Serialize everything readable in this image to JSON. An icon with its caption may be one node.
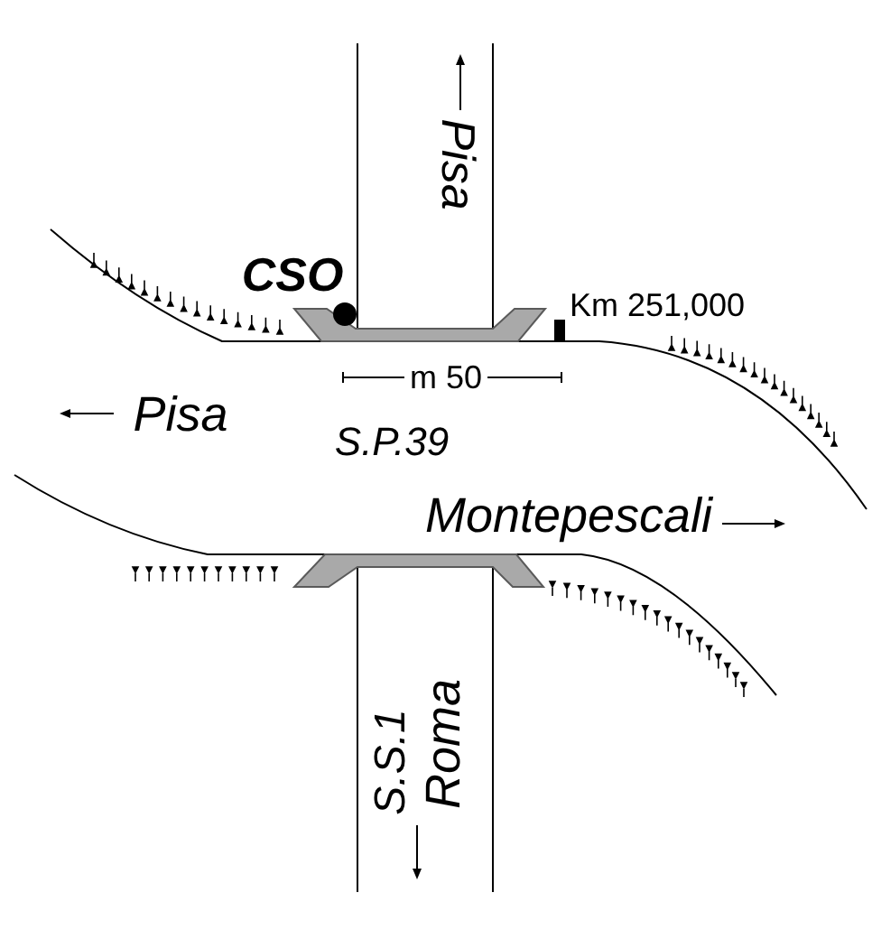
{
  "diagram": {
    "labels": [
      "Pisa",
      "CSO",
      "Km 251,000",
      "m 50",
      "Pisa",
      "S.P.39",
      "Montepescali",
      "S.S.1",
      "Roma"
    ]
  }
}
